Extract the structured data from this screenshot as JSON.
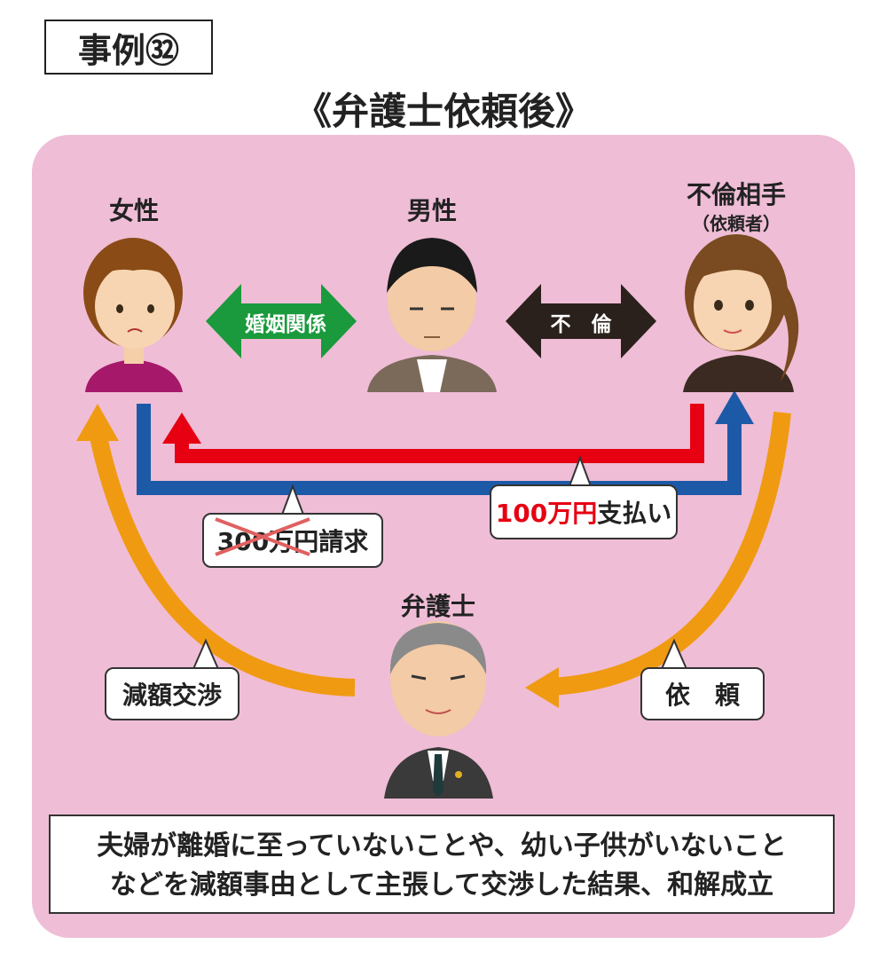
{
  "case_label": "事例㉜",
  "title": "《弁護士依頼後》",
  "people": {
    "woman": "女性",
    "man": "男性",
    "partner": "不倫相手",
    "partner_note": "（依頼者）",
    "lawyer": "弁護士"
  },
  "relations": {
    "marriage": "婚姻関係",
    "affair": "不　倫"
  },
  "callouts": {
    "claim_amount": "300万円",
    "claim_suffix": "請求",
    "paid_amount": "100万円",
    "paid_suffix": "支払い",
    "negotiation": "減額交渉",
    "request": "依　頼"
  },
  "conclusion": {
    "line1": "夫婦が離婚に至っていないことや、幼い子供がいないこと",
    "line2": "などを減額事由として主張して交渉した結果、和解成立"
  },
  "colors": {
    "panel": "#efbdd6",
    "marriage_arrow": "#1a9a3c",
    "affair_arrow": "#2b211c",
    "claim_line": "#1c5aa8",
    "payment_line": "#e60012",
    "lawyer_arrow": "#f09a12"
  }
}
